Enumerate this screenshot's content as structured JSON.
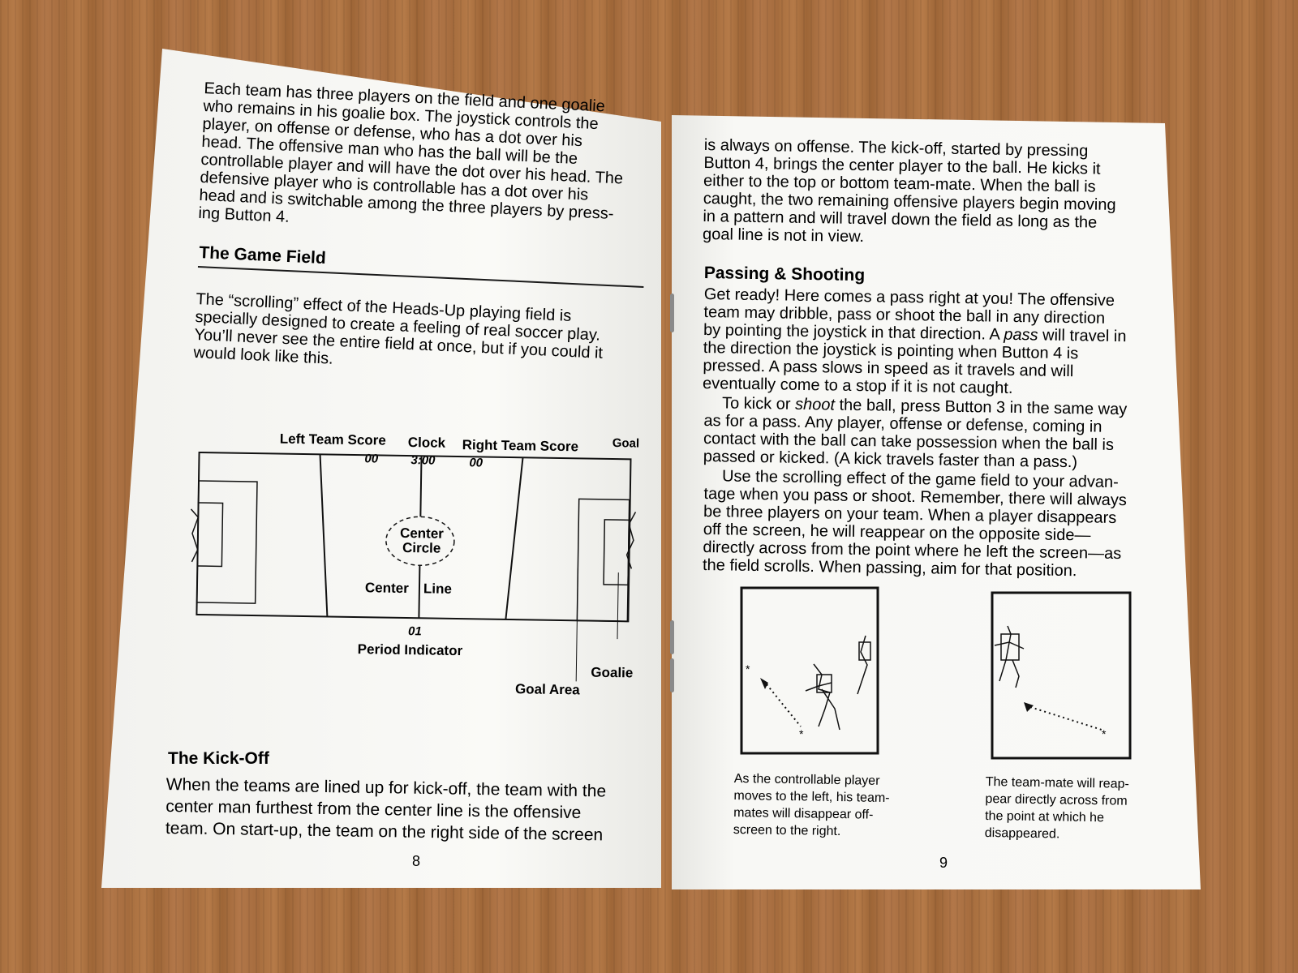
{
  "left_page": {
    "intro_paragraph": "Each team has three players on the field and one goalie\nwho remains in his goalie box. The joystick controls the\nplayer, on offense or defense, who has a dot over his\nhead. The offensive man who has the ball will be the\ncontrollable player and will have the dot over his head. The\ndefensive player who is controllable has a dot over his\nhead and is switchable among the three players by press-\ning Button 4.",
    "game_field_heading": "The Game Field",
    "game_field_paragraph": "The “scrolling” effect of the Heads-Up playing field is\nspecially designed to create a feeling of real soccer play.\nYou’ll never see the entire field at once, but if you could it\nwould look like this.",
    "diagram": {
      "left_team_score_label": "Left Team Score",
      "left_team_score_value": "00",
      "clock_label": "Clock",
      "clock_value": "3:00",
      "right_team_score_label": "Right Team Score",
      "right_team_score_value": "00",
      "goal_label": "Goal",
      "center_circle_label": "Center\nCircle",
      "center_line_label_a": "Center",
      "center_line_label_b": "Line",
      "period_value": "01",
      "period_label": "Period Indicator",
      "goalie_label": "Goalie",
      "goal_area_label": "Goal Area"
    },
    "kickoff_heading": "The Kick-Off",
    "kickoff_paragraph": "When the teams are lined up for kick-off, the team with the\ncenter man furthest from the center line is the offensive\nteam. On start-up, the team on the right side of the screen",
    "page_number": "8"
  },
  "right_page": {
    "continuation_paragraph": "is always on offense. The kick-off, started by pressing\nButton 4, brings the center player to the ball. He kicks it\neither to the top or bottom team-mate. When the ball is\ncaught, the two remaining offensive players begin moving\nin a pattern and will travel down the field as long as the\ngoal line is not in view.",
    "passing_heading": "Passing & Shooting",
    "passing_p1_a": "Get ready! Here comes a pass right at you! The offensive\nteam may dribble, pass or shoot the ball in any direction\nby pointing the joystick in that direction. A ",
    "passing_p1_em": "pass",
    "passing_p1_b": " will travel in\nthe direction the joystick is pointing when Button 4 is\npressed. A pass slows in speed as it travels and will\neventually come to a stop if it is not caught.",
    "passing_p2_a": "    To kick or ",
    "passing_p2_em": "shoot",
    "passing_p2_b": " the ball, press Button 3 in the same way\nas for a pass. Any player, offense or defense, coming in\ncontact with the ball can take possession when the ball is\npassed or kicked. (A kick travels faster than a pass.)",
    "passing_p3": "    Use the scrolling effect of the game field to your advan-\ntage when you pass or shoot. Remember, there will always\nbe three players on your team. When a player disappears\noff the screen, he will reappear on the opposite side—\ndirectly across from the point where he left the screen—as\nthe field scrolls. When passing, aim for that position.",
    "caption_left": "As the controllable player\nmoves to the left, his team-\nmates will disappear off-\nscreen to the right.",
    "caption_right": "The team-mate will reap-\npear directly across from\nthe point at which he\ndisappeared.",
    "page_number": "9"
  }
}
